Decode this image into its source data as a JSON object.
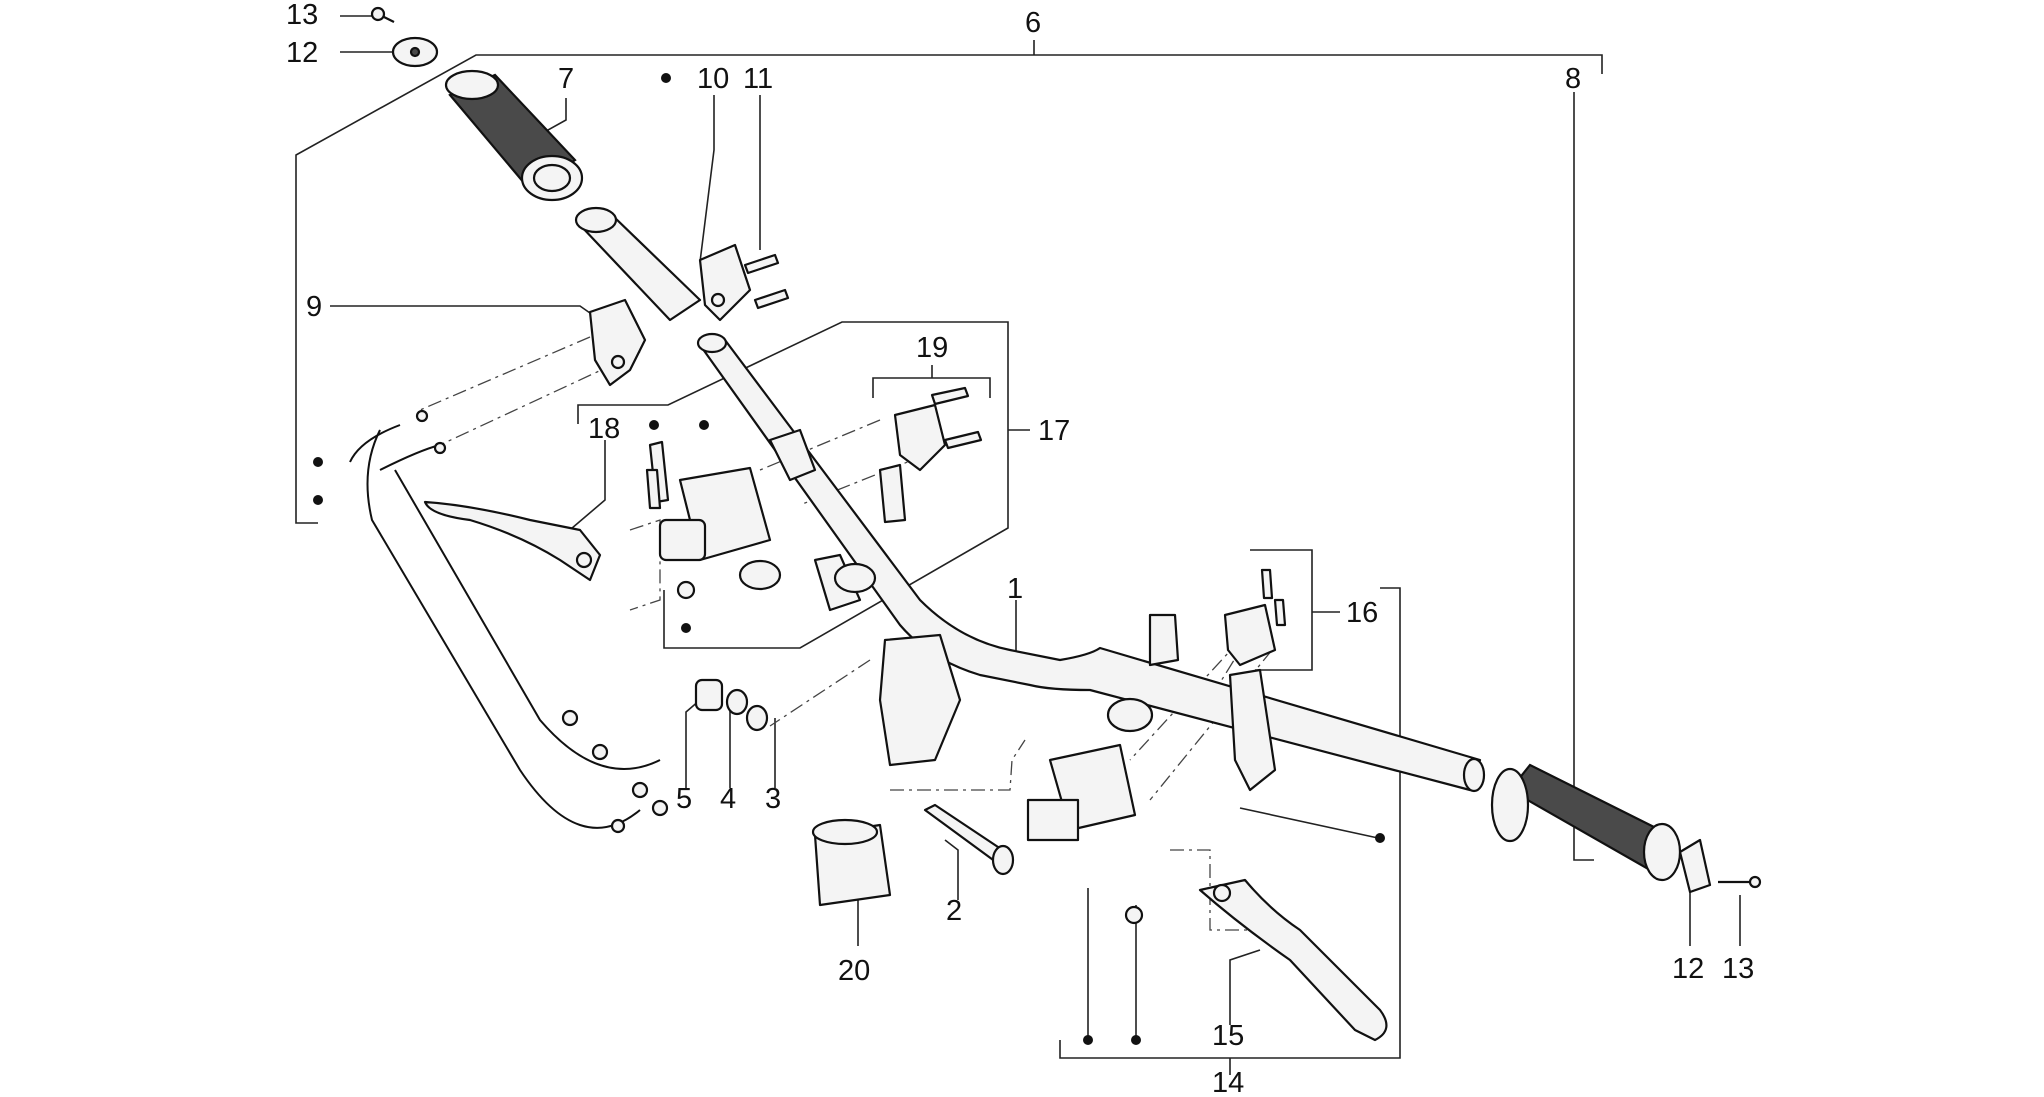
{
  "diagram": {
    "callouts": {
      "c1": "1",
      "c2": "2",
      "c3": "3",
      "c4": "4",
      "c5": "5",
      "c6": "6",
      "c7": "7",
      "c8": "8",
      "c9": "9",
      "c10": "10",
      "c11": "11",
      "c12_left": "12",
      "c13_left": "13",
      "c12_right": "12",
      "c13_right": "13",
      "c14": "14",
      "c15": "15",
      "c16": "16",
      "c17": "17",
      "c18": "18",
      "c19": "19",
      "c20": "20"
    }
  }
}
